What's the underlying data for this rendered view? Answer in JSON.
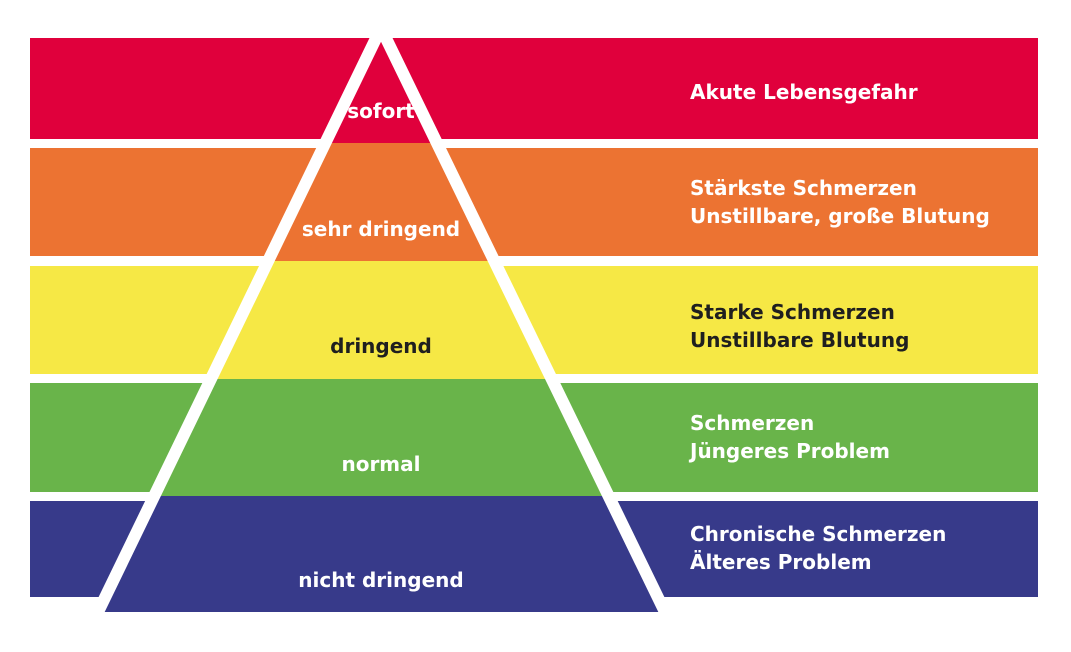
{
  "levels": [
    {
      "label": "sofort",
      "lines": [
        "Akute Lebensgefahr"
      ],
      "color": "#e0003c",
      "text_color": "#ffffff"
    },
    {
      "label": "sehr dringend",
      "lines": [
        "Stärkste Schmerzen",
        "Unstillbare, große Blutung"
      ],
      "color": "#ec7332",
      "text_color": "#ffffff"
    },
    {
      "label": "dringend",
      "lines": [
        "Starke Schmerzen",
        "Unstillbare Blutung"
      ],
      "color": "#f6e845",
      "text_color": "#1f1f1f"
    },
    {
      "label": "normal",
      "lines": [
        "Schmerzen",
        "Jüngeres Problem"
      ],
      "color": "#69b44a",
      "text_color": "#ffffff"
    },
    {
      "label": "nicht dringend",
      "lines": [
        "Chronische Schmerzen",
        "Älteres Problem"
      ],
      "color": "#373a8a",
      "text_color": "#ffffff"
    }
  ]
}
